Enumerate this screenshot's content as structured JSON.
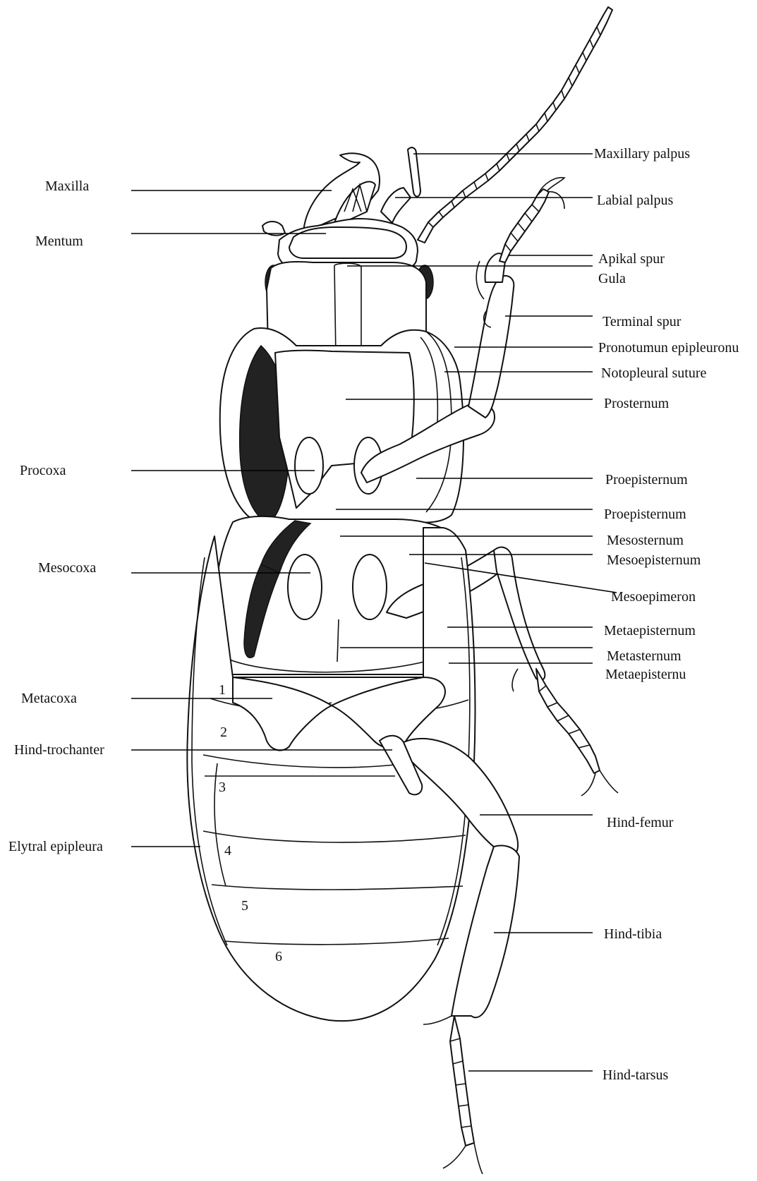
{
  "diagram": {
    "labels_left": [
      {
        "key": "maxilla",
        "text": "Maxilla"
      },
      {
        "key": "mentum",
        "text": "Mentum"
      },
      {
        "key": "procoxa",
        "text": "Procoxa"
      },
      {
        "key": "mesocoxa",
        "text": "Mesocoxa"
      },
      {
        "key": "metacoxa",
        "text": "Metacoxa"
      },
      {
        "key": "hind_trochanter",
        "text": "Hind-trochanter"
      },
      {
        "key": "elytral_epipleura",
        "text": "Elytral epipleura"
      }
    ],
    "labels_right": [
      {
        "key": "maxillary_palpus",
        "text": "Maxillary palpus"
      },
      {
        "key": "labial_palpus",
        "text": "Labial palpus"
      },
      {
        "key": "apikal_spur",
        "text": "Apikal spur"
      },
      {
        "key": "gula",
        "text": "Gula"
      },
      {
        "key": "terminal_spur",
        "text": "Terminal spur"
      },
      {
        "key": "pronotumun_epipleuronu",
        "text": "Pronotumun epipleuronu"
      },
      {
        "key": "notopleural_suture",
        "text": "Notopleural suture"
      },
      {
        "key": "prosternum",
        "text": "Prosternum"
      },
      {
        "key": "proepisternum_1",
        "text": "Proepisternum"
      },
      {
        "key": "proepisternum_2",
        "text": "Proepisternum"
      },
      {
        "key": "mesosternum",
        "text": "Mesosternum"
      },
      {
        "key": "mesoepisternum",
        "text": "Mesoepisternum"
      },
      {
        "key": "mesoepimeron",
        "text": "Mesoepimeron"
      },
      {
        "key": "metaepisternum",
        "text": "Metaepisternum"
      },
      {
        "key": "metasternum",
        "text": "Metasternum"
      },
      {
        "key": "metaepisternu",
        "text": "Metaepisternu"
      },
      {
        "key": "hind_femur",
        "text": "Hind-femur"
      },
      {
        "key": "hind_tibia",
        "text": "Hind-tibia"
      },
      {
        "key": "hind_tarsus",
        "text": "Hind-tarsus"
      }
    ],
    "segments": [
      "1",
      "2",
      "3",
      "4",
      "5",
      "6"
    ]
  }
}
